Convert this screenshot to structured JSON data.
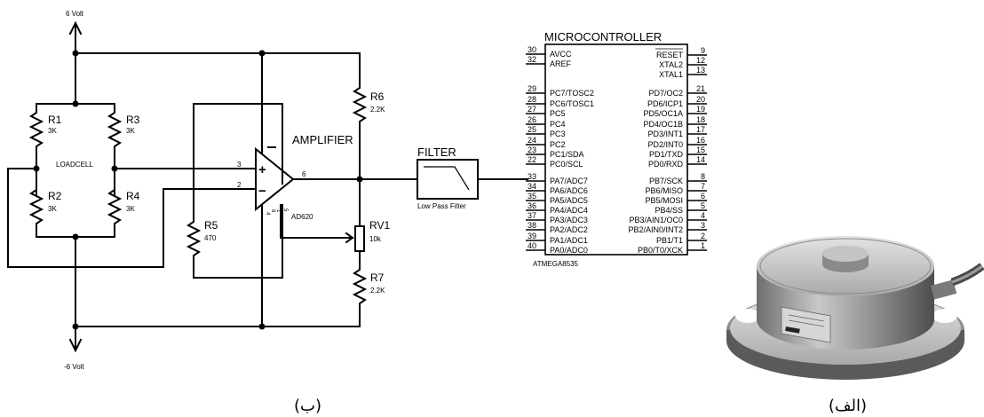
{
  "supply": {
    "positive": "6 Volt",
    "negative": "-6 Volt"
  },
  "bridge": {
    "name": "LOADCELL",
    "resistors": [
      {
        "label": "R1",
        "value": "3K"
      },
      {
        "label": "R3",
        "value": "3K"
      },
      {
        "label": "R2",
        "value": "3K"
      },
      {
        "label": "R4",
        "value": "3K"
      }
    ]
  },
  "amplifier": {
    "title": "AMPLIFIER",
    "chip": "AD620",
    "plus_sign": "+",
    "minus_sign": "−",
    "pin_in_plus": "3",
    "pin_in_minus": "2",
    "pin_out": "6",
    "pin_ref": "4",
    "pin_rg1": "8",
    "pin_rg2": "1",
    "pin_vs": "5",
    "gain_resistor": {
      "label": "R5",
      "value": "470"
    }
  },
  "divider": {
    "r6": {
      "label": "R6",
      "value": "2.2K"
    },
    "rv1": {
      "label": "RV1",
      "value": "10k"
    },
    "r7": {
      "label": "R7",
      "value": "2.2K"
    }
  },
  "filter": {
    "title": "FILTER",
    "subtitle": "Low Pass Filter"
  },
  "mcu": {
    "title": "MICROCONTROLLER",
    "part": "ATMEGA8535",
    "left_pins": [
      {
        "num": "30",
        "name": "AVCC"
      },
      {
        "num": "32",
        "name": "AREF"
      },
      {
        "num": "29",
        "name": "PC7/TOSC2"
      },
      {
        "num": "28",
        "name": "PC6/TOSC1"
      },
      {
        "num": "27",
        "name": "PC5"
      },
      {
        "num": "26",
        "name": "PC4"
      },
      {
        "num": "25",
        "name": "PC3"
      },
      {
        "num": "24",
        "name": "PC2"
      },
      {
        "num": "23",
        "name": "PC1/SDA"
      },
      {
        "num": "22",
        "name": "PC0/SCL"
      },
      {
        "num": "33",
        "name": "PA7/ADC7"
      },
      {
        "num": "34",
        "name": "PA6/ADC6"
      },
      {
        "num": "35",
        "name": "PA5/ADC5"
      },
      {
        "num": "36",
        "name": "PA4/ADC4"
      },
      {
        "num": "37",
        "name": "PA3/ADC3"
      },
      {
        "num": "38",
        "name": "PA2/ADC2"
      },
      {
        "num": "39",
        "name": "PA1/ADC1"
      },
      {
        "num": "40",
        "name": "PA0/ADC0"
      }
    ],
    "right_pins": [
      {
        "num": "9",
        "name": "RESET"
      },
      {
        "num": "12",
        "name": "XTAL2"
      },
      {
        "num": "13",
        "name": "XTAL1"
      },
      {
        "num": "21",
        "name": "PD7/OC2"
      },
      {
        "num": "20",
        "name": "PD6/ICP1"
      },
      {
        "num": "19",
        "name": "PD5/OC1A"
      },
      {
        "num": "18",
        "name": "PD4/OC1B"
      },
      {
        "num": "17",
        "name": "PD3/INT1"
      },
      {
        "num": "16",
        "name": "PD2/INT0"
      },
      {
        "num": "15",
        "name": "PD1/TXD"
      },
      {
        "num": "14",
        "name": "PD0/RXD"
      },
      {
        "num": "8",
        "name": "PB7/SCK"
      },
      {
        "num": "7",
        "name": "PB6/MISO"
      },
      {
        "num": "6",
        "name": "PB5/MOSI"
      },
      {
        "num": "5",
        "name": "PB4/SS"
      },
      {
        "num": "4",
        "name": "PB3/AIN1/OC0"
      },
      {
        "num": "3",
        "name": "PB2/AIN0/INT2"
      },
      {
        "num": "2",
        "name": "PB1/T1"
      },
      {
        "num": "1",
        "name": "PB0/T0/XCK"
      }
    ]
  },
  "captions": {
    "circuit": "(ب)",
    "photo": "(الف)"
  }
}
